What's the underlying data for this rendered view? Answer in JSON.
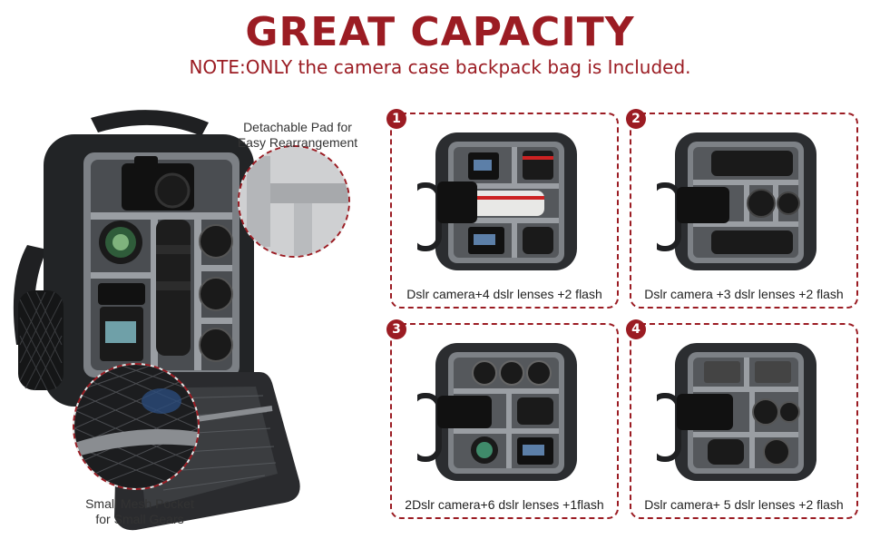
{
  "header": {
    "title": "GREAT CAPACITY",
    "note": "NOTE:ONLY the camera case backpack bag is Included."
  },
  "hero": {
    "callout_top_label_line1": "Detachable Pad for",
    "callout_top_label_line2": "Easy Rearrangement",
    "callout_bottom_label_line1": "Small Mesh Pocket",
    "callout_bottom_label_line2": "for Small Gears"
  },
  "panels": [
    {
      "number": "1",
      "caption": "Dslr camera+4 dslr lenses +2 flash"
    },
    {
      "number": "2",
      "caption": "Dslr camera +3 dslr lenses +2 flash"
    },
    {
      "number": "3",
      "caption": "2Dslr camera+6 dslr lenses +1flash"
    },
    {
      "number": "4",
      "caption": "Dslr camera+ 5 dslr lenses +2 flash"
    }
  ],
  "colors": {
    "accent": "#9b1c23",
    "bag": "#2b2d30",
    "divider": "#8a8d91"
  }
}
